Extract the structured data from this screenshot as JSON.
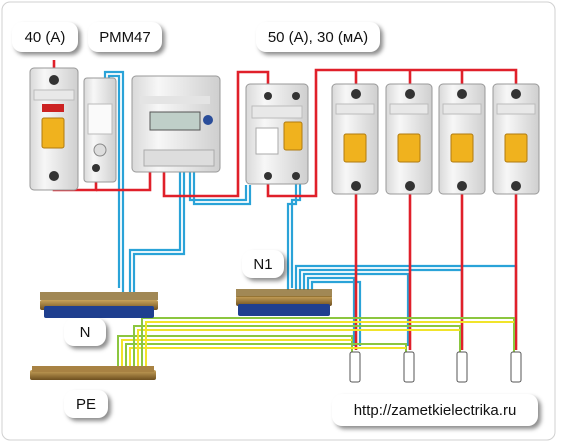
{
  "labels": {
    "breaker_main": "40 (A)",
    "relay": "РММ47",
    "rcd": "50 (A), 30 (мА)",
    "neutral_bus_main": "N",
    "neutral_bus_rcd": "N1",
    "pe_bus": "PE"
  },
  "url": "http://zametkielectrika.ru",
  "colors": {
    "phase": "#e0202a",
    "neutral": "#2aa3d8",
    "pe_green": "#8cc63f",
    "pe_yellow": "#f1e42a",
    "device_body": "#f2f2f2",
    "lever": "#f0b21e",
    "bus_bar": "#8a6a2a",
    "bus_base": "#1f3f8f"
  }
}
